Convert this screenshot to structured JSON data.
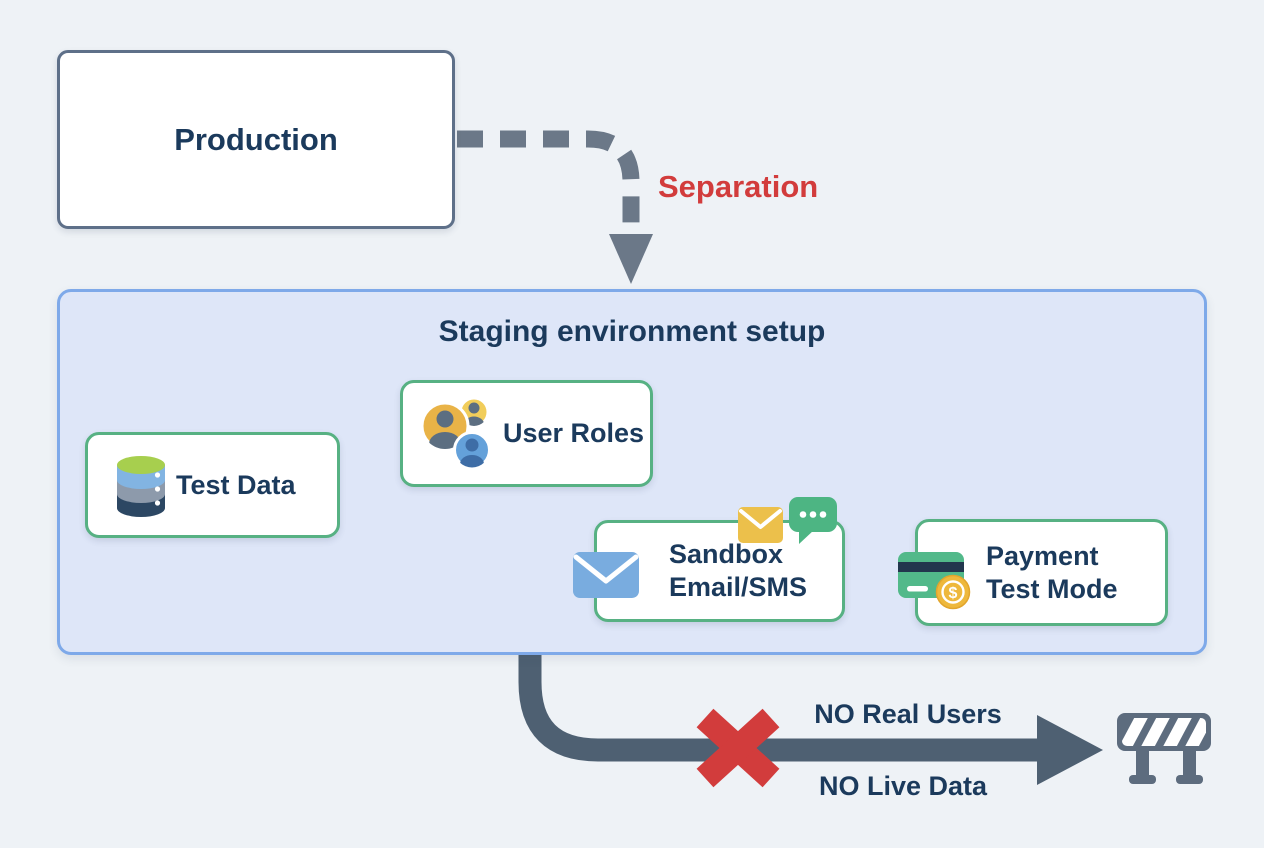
{
  "diagram": {
    "production": {
      "label": "Production"
    },
    "separation": {
      "label": "Separation"
    },
    "staging": {
      "title": "Staging environment setup",
      "test_data": {
        "label": "Test Data",
        "icon": "database-icon"
      },
      "user_roles": {
        "label": "User Roles",
        "icon": "users-icon"
      },
      "sandbox": {
        "label": "Sandbox Email/SMS",
        "icons": [
          "envelope-blue-icon",
          "envelope-yellow-icon",
          "chat-bubble-icon"
        ]
      },
      "payment": {
        "label": "Payment Test Mode",
        "icons": [
          "credit-card-icon",
          "dollar-coin-icon"
        ],
        "coin_symbol": "$"
      }
    },
    "restricted": {
      "no_real_users": "NO Real Users",
      "no_live_data": "NO Live Data",
      "x_icon": "red-x-icon",
      "end_icon": "roadblock-barrier-icon"
    }
  },
  "colors": {
    "bg": "#eef2f6",
    "navy": "#1b3a5c",
    "red": "#d23c3c",
    "green-border": "#57b183",
    "blue-border": "#7ea9e9",
    "staging-fill": "#dee6f8",
    "slate-border": "#5e7089",
    "arrow-blue": "#88b2ec",
    "dash-gray": "#6b7888",
    "pipe-gray": "#4e6072",
    "barrier-gray": "#5d6c7e",
    "box-white": "#ffffff"
  }
}
